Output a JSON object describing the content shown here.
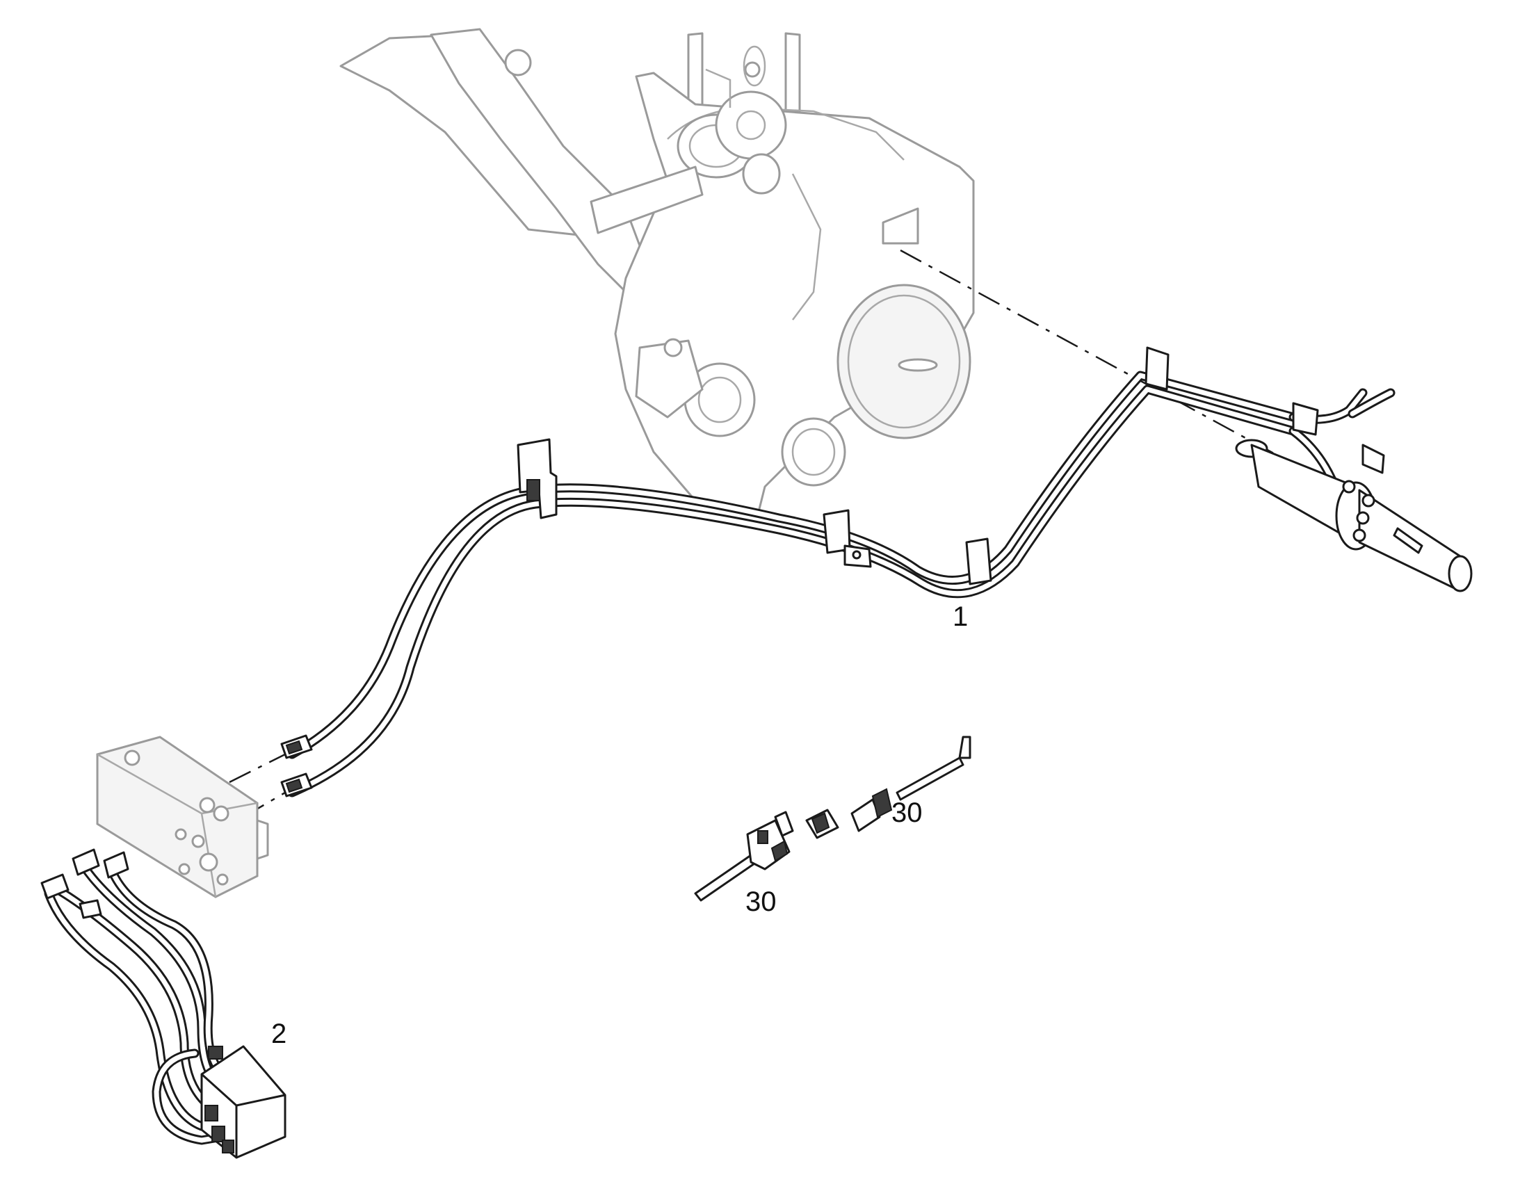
{
  "callouts": {
    "item_1": "1",
    "item_2": "2",
    "item_30_right": "30",
    "item_30_left": "30"
  },
  "colors": {
    "line": "#1a1a1a",
    "ghost": "#9a9a9a",
    "background": "#ffffff"
  }
}
